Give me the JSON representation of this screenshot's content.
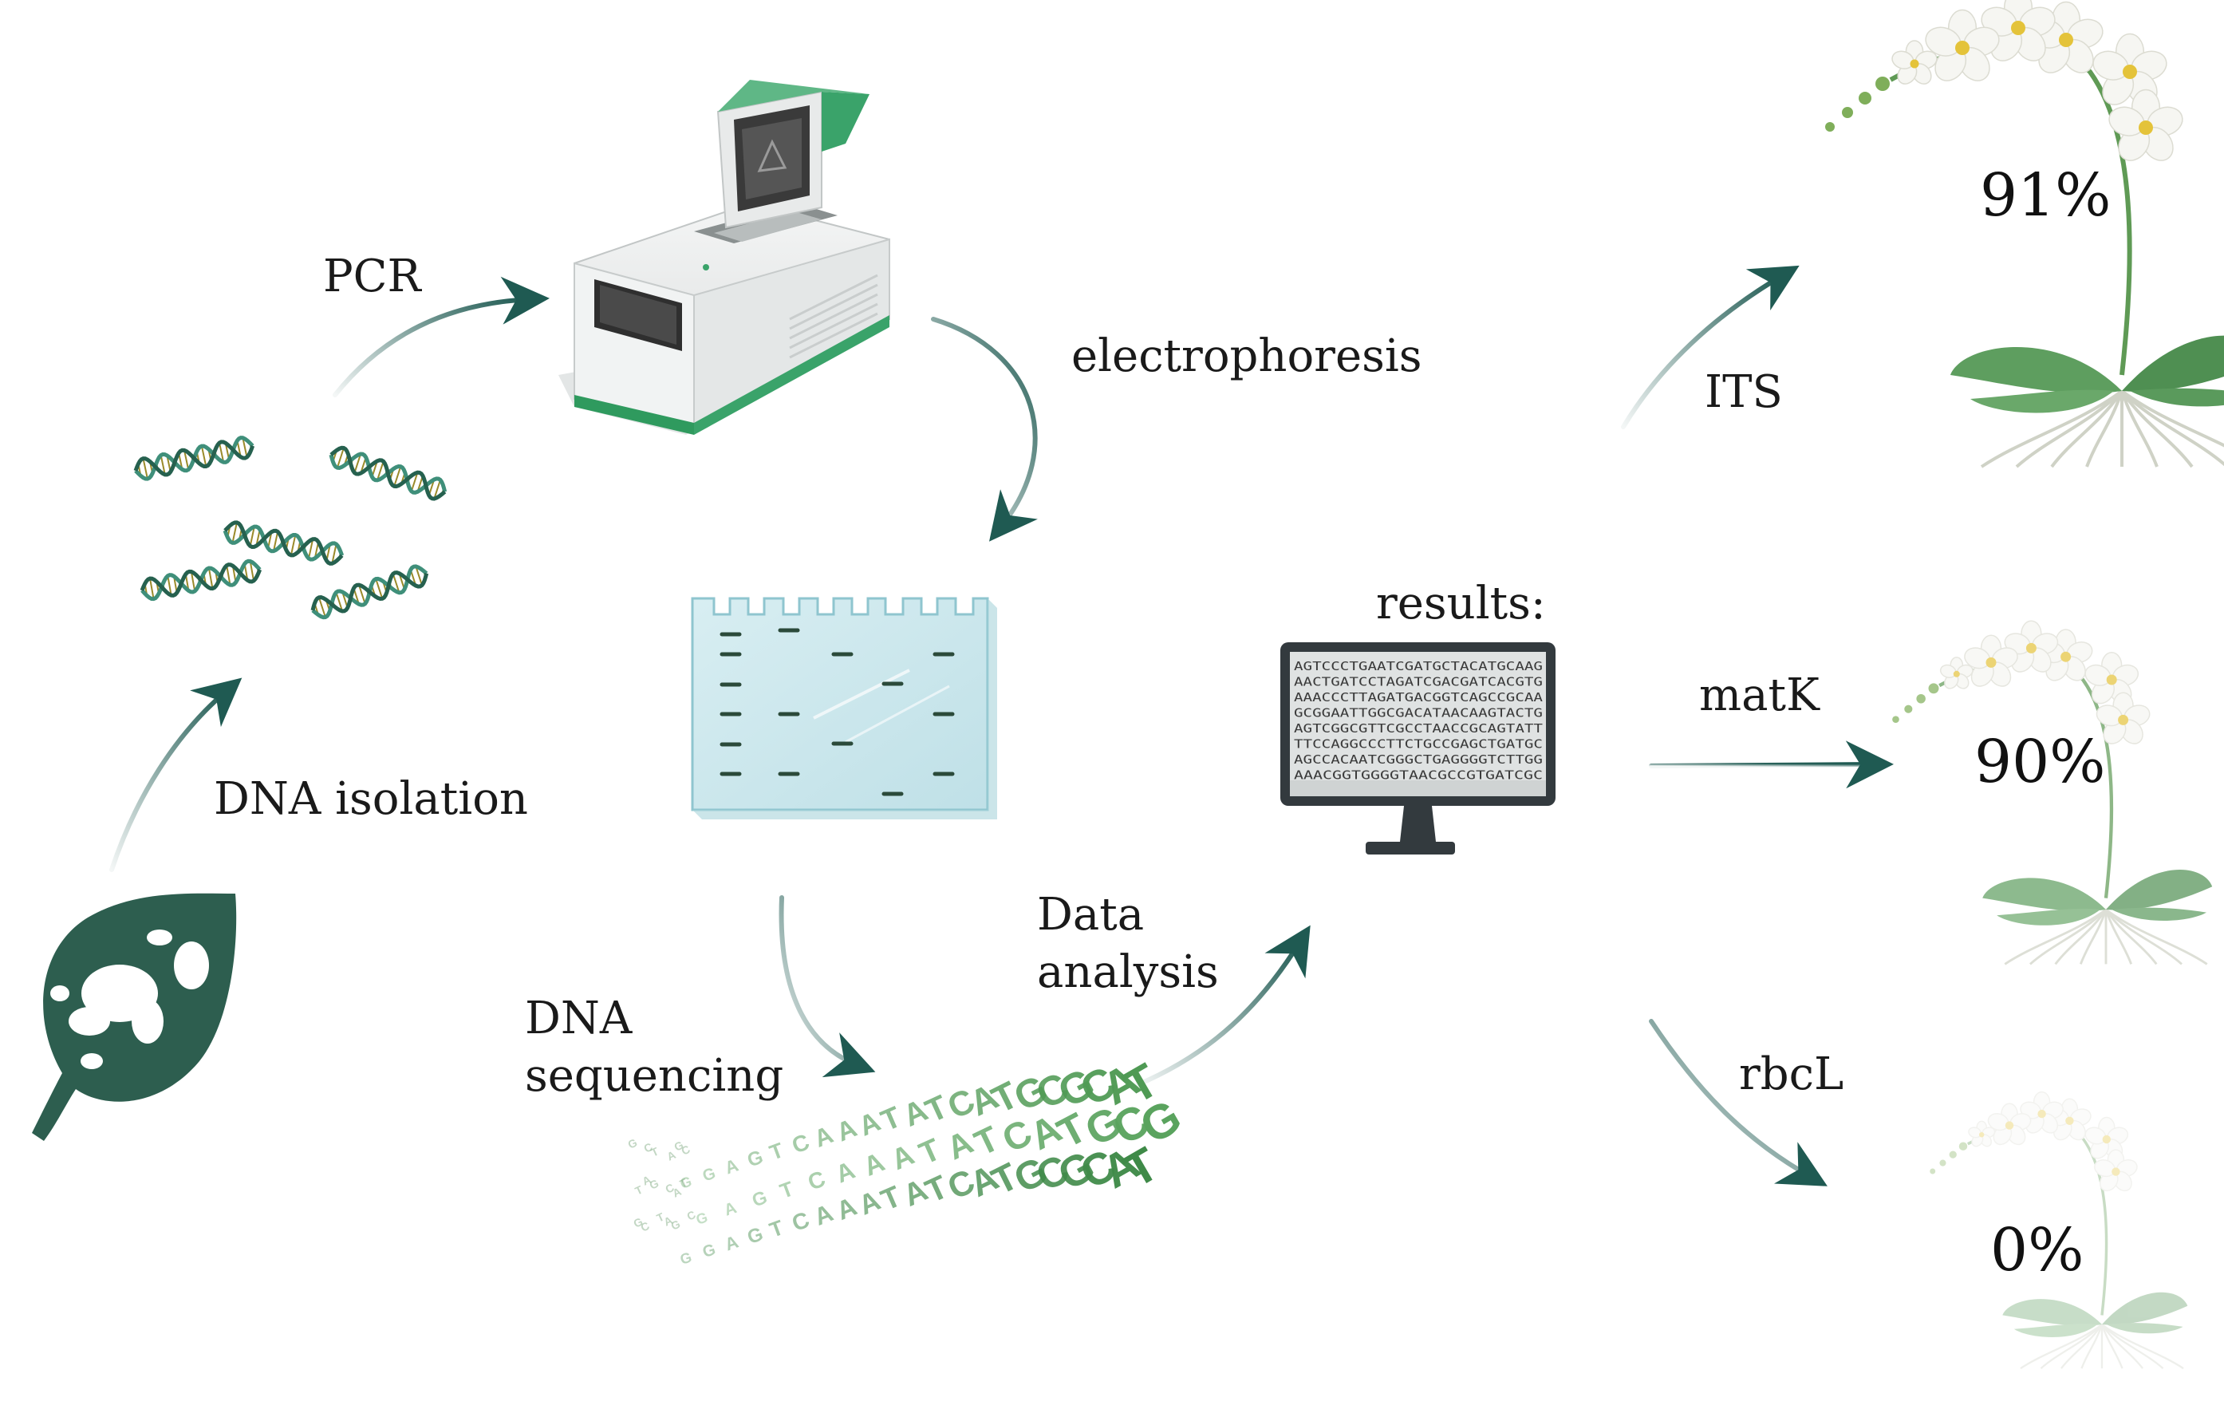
{
  "colors": {
    "arrow": "#1f5a52",
    "leaf": "#2d5e4f",
    "dna_a": "#3f8f7a",
    "dna_b": "#26614f",
    "gel": "#cfe9ee",
    "monitor": "#333a3e",
    "orchid_leaf": "#5e9e5f"
  },
  "steps": {
    "dna_isolation": "DNA isolation",
    "pcr": "PCR",
    "electrophoresis": "electrophoresis",
    "dna_sequencing_line1": "DNA",
    "dna_sequencing_line2": "sequencing",
    "data_analysis_line1": "Data",
    "data_analysis_line2": "analysis",
    "results": "results:"
  },
  "sequence_screen": [
    "AGTCCCTGAATCGATGCTACATGCAAG",
    "AACTGATCCTAGATCGACGATCACGTG",
    "AAACCCTTAGATGACGGTCAGCCGCAA",
    "GCGGAATTGGCGACATAACAAGTACTG",
    "AGTCGGCGTTCGCCTAACCGCAGTATT",
    "TTCCAGGCCCTTCTGCCGAGCTGATGC",
    "AGCCACAATCGGGCTGAGGGGTCTTGG",
    "AAACGGTGGGGTAACGCCGTGATCGC"
  ],
  "sequence_ribbon": [
    "GGAGTCAAATATCATGCGCAT",
    "GAGTCAAATATCATGCG",
    "GGAGTCAAATATCATGCGCAT"
  ],
  "markers": [
    {
      "name": "ITS",
      "percent": "91%",
      "vigor": 1.0
    },
    {
      "name": "matK",
      "percent": "90%",
      "vigor": 0.65
    },
    {
      "name": "rbcL",
      "percent": "0%",
      "vigor": 0.22
    }
  ]
}
